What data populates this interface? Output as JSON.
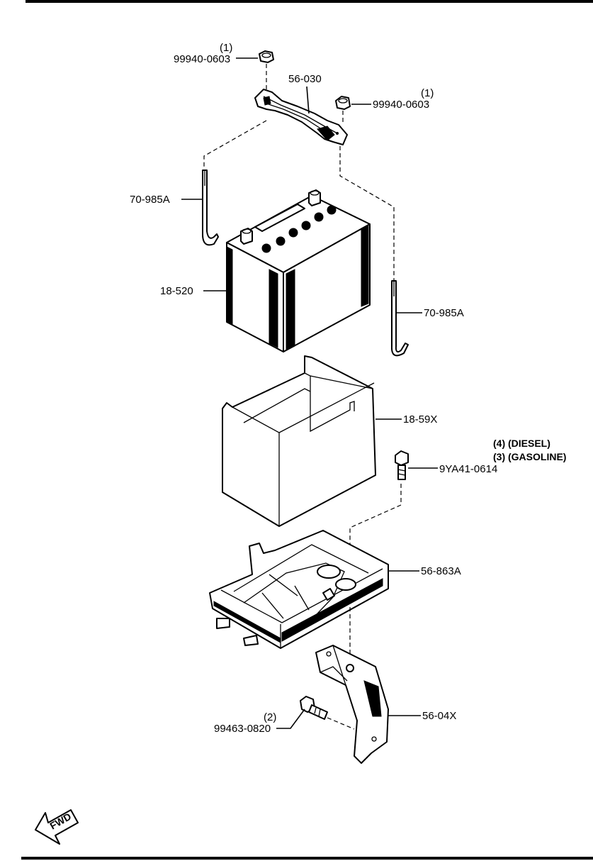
{
  "parts": {
    "nut_top": {
      "qty": "(1)",
      "number": "99940-0603"
    },
    "nut_right": {
      "qty": "(1)",
      "number": "99940-0603"
    },
    "clamp": {
      "number": "56-030"
    },
    "rod_left": {
      "number": "70-985A"
    },
    "rod_right": {
      "number": "70-985A"
    },
    "battery": {
      "number": "18-520"
    },
    "cover": {
      "number": "18-59X"
    },
    "bolt_tray": {
      "qty_diesel": "(4) (DIESEL)",
      "qty_gasoline": "(3) (GASOLINE)",
      "number": "9YA41-0614"
    },
    "tray": {
      "number": "56-863A"
    },
    "bolt_bracket": {
      "qty": "(2)",
      "number": "99463-0820"
    },
    "bracket": {
      "number": "56-04X"
    }
  },
  "fwd_label": "FWD"
}
